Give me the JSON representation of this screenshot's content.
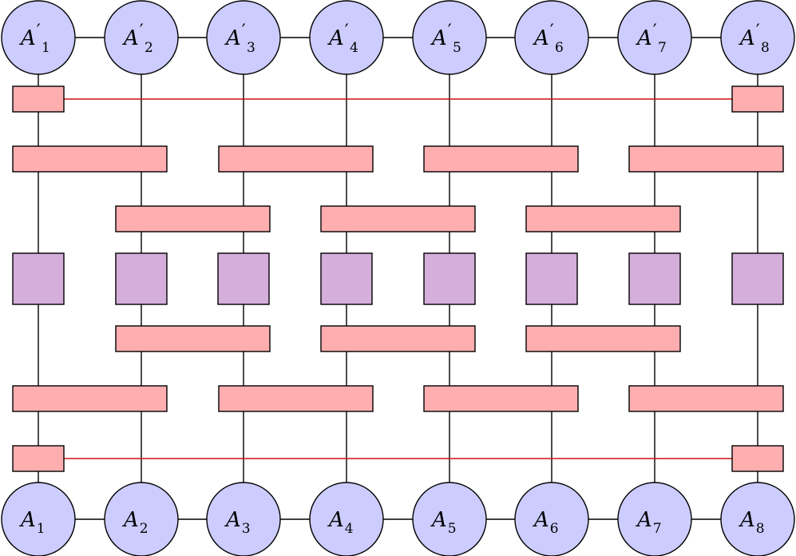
{
  "diagram": {
    "top_nodes": [
      {
        "letter": "A",
        "prime": "′",
        "index": "1"
      },
      {
        "letter": "A",
        "prime": "′",
        "index": "2"
      },
      {
        "letter": "A",
        "prime": "′",
        "index": "3"
      },
      {
        "letter": "A",
        "prime": "′",
        "index": "4"
      },
      {
        "letter": "A",
        "prime": "′",
        "index": "5"
      },
      {
        "letter": "A",
        "prime": "′",
        "index": "6"
      },
      {
        "letter": "A",
        "prime": "′",
        "index": "7"
      },
      {
        "letter": "A",
        "prime": "′",
        "index": "8"
      }
    ],
    "bottom_nodes": [
      {
        "letter": "A",
        "index": "1"
      },
      {
        "letter": "A",
        "index": "2"
      },
      {
        "letter": "A",
        "index": "3"
      },
      {
        "letter": "A",
        "index": "4"
      },
      {
        "letter": "A",
        "index": "5"
      },
      {
        "letter": "A",
        "index": "6"
      },
      {
        "letter": "A",
        "index": "7"
      },
      {
        "letter": "A",
        "index": "8"
      }
    ],
    "colors": {
      "node_fill": "#ccccff",
      "two_site_gate_fill": "#ffaeb0",
      "single_site_gate_fill": "#d5aedb",
      "long_range_link": "#d01010",
      "wire": "#000000"
    }
  }
}
